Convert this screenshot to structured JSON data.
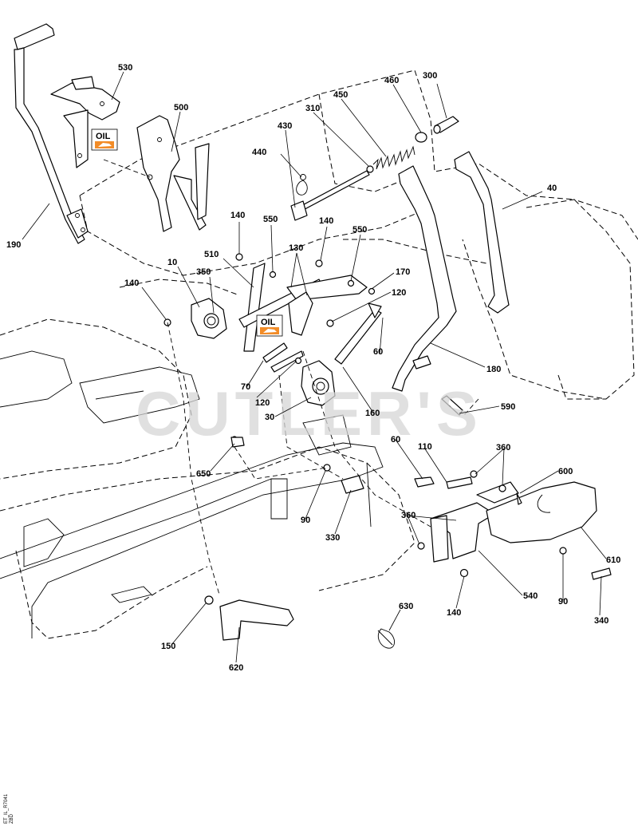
{
  "diagram": {
    "watermark": "CUTLER'S",
    "drawing_code": "ET_IL_R7041",
    "drawing_code_2": "ZBD",
    "oil_label": "OIL",
    "callouts": [
      {
        "id": "c530",
        "text": "530"
      },
      {
        "id": "c500",
        "text": "500"
      },
      {
        "id": "c190",
        "text": "190"
      },
      {
        "id": "c300",
        "text": "300"
      },
      {
        "id": "c460",
        "text": "460"
      },
      {
        "id": "c450",
        "text": "450"
      },
      {
        "id": "c310",
        "text": "310"
      },
      {
        "id": "c430",
        "text": "430"
      },
      {
        "id": "c440",
        "text": "440"
      },
      {
        "id": "c40",
        "text": "40"
      },
      {
        "id": "c140a",
        "text": "140"
      },
      {
        "id": "c550a",
        "text": "550"
      },
      {
        "id": "c140b",
        "text": "140"
      },
      {
        "id": "c550b",
        "text": "550"
      },
      {
        "id": "c130",
        "text": "130"
      },
      {
        "id": "c510",
        "text": "510"
      },
      {
        "id": "c10",
        "text": "10"
      },
      {
        "id": "c350",
        "text": "350"
      },
      {
        "id": "c140c",
        "text": "140"
      },
      {
        "id": "c170",
        "text": "170"
      },
      {
        "id": "c120a",
        "text": "120"
      },
      {
        "id": "c60a",
        "text": "60"
      },
      {
        "id": "c180",
        "text": "180"
      },
      {
        "id": "c70",
        "text": "70"
      },
      {
        "id": "c120b",
        "text": "120"
      },
      {
        "id": "c30",
        "text": "30"
      },
      {
        "id": "c160",
        "text": "160"
      },
      {
        "id": "c590",
        "text": "590"
      },
      {
        "id": "c650",
        "text": "650"
      },
      {
        "id": "c60b",
        "text": "60"
      },
      {
        "id": "c110",
        "text": "110"
      },
      {
        "id": "c360a",
        "text": "360"
      },
      {
        "id": "c600",
        "text": "600"
      },
      {
        "id": "c360b",
        "text": "360"
      },
      {
        "id": "c90a",
        "text": "90"
      },
      {
        "id": "c330",
        "text": "330"
      },
      {
        "id": "c610",
        "text": "610"
      },
      {
        "id": "c540",
        "text": "540"
      },
      {
        "id": "c90b",
        "text": "90"
      },
      {
        "id": "c140d",
        "text": "140"
      },
      {
        "id": "c340",
        "text": "340"
      },
      {
        "id": "c630",
        "text": "630"
      },
      {
        "id": "c150",
        "text": "150"
      },
      {
        "id": "c620",
        "text": "620"
      }
    ]
  }
}
